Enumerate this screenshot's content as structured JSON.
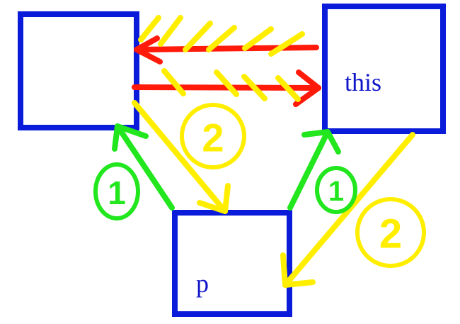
{
  "diagram": {
    "nodes": {
      "top_left": {
        "label": ""
      },
      "this": {
        "label": "this"
      },
      "p": {
        "label": "p"
      }
    },
    "steps": {
      "green_left": "1",
      "green_right": "1",
      "yellow_center": "2",
      "yellow_right": "2"
    },
    "colors": {
      "box": "#0a1bd9",
      "label": "#1016c8",
      "red_link": "#ff1a0a",
      "yellow_step": "#ffee00",
      "green_step": "#22e61e"
    }
  }
}
